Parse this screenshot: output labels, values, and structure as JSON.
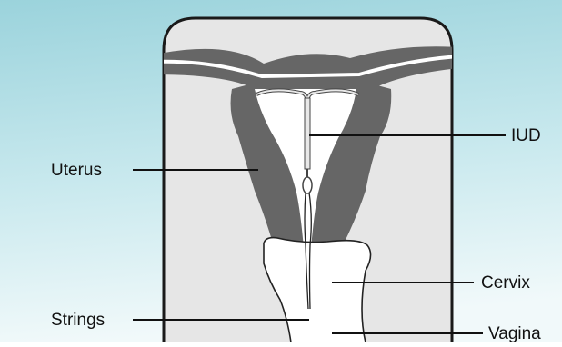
{
  "labels": {
    "uterus": "Uterus",
    "iud": "IUD",
    "cervix": "Cervix",
    "strings": "Strings",
    "vagina": "Vagina"
  },
  "colors": {
    "background_top": "#9bd3dc",
    "background_bottom": "#eef8fa",
    "panel": "#e6e6e6",
    "panel_border": "#1a1a1a",
    "uterine_wall": "#666666",
    "cavity": "#ffffff",
    "leader_line": "#111111"
  }
}
